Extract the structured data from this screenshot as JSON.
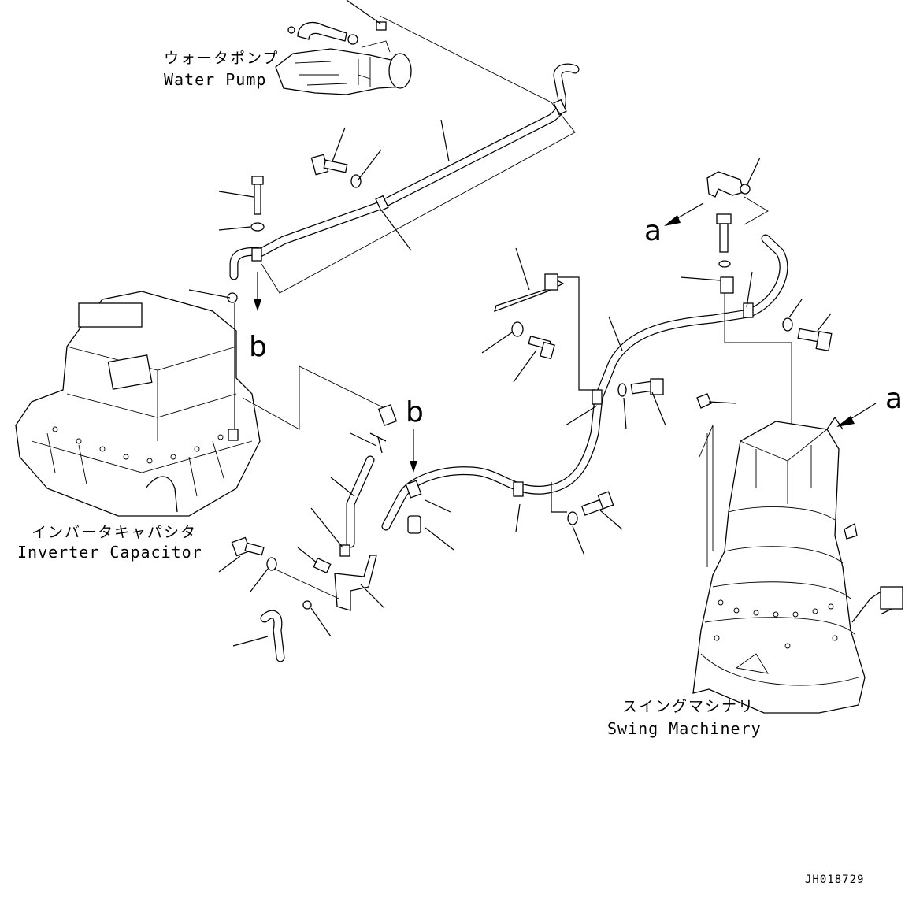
{
  "labels": {
    "water_pump_jp": "ウォータポンプ",
    "water_pump_en": "Water Pump",
    "inverter_jp": "インバータキャパシタ",
    "inverter_en": "Inverter Capacitor",
    "swing_jp": "スイングマシナリ",
    "swing_en": "Swing Machinery",
    "ref_a": "a",
    "ref_b": "b",
    "drawing_code": "JH018729"
  }
}
